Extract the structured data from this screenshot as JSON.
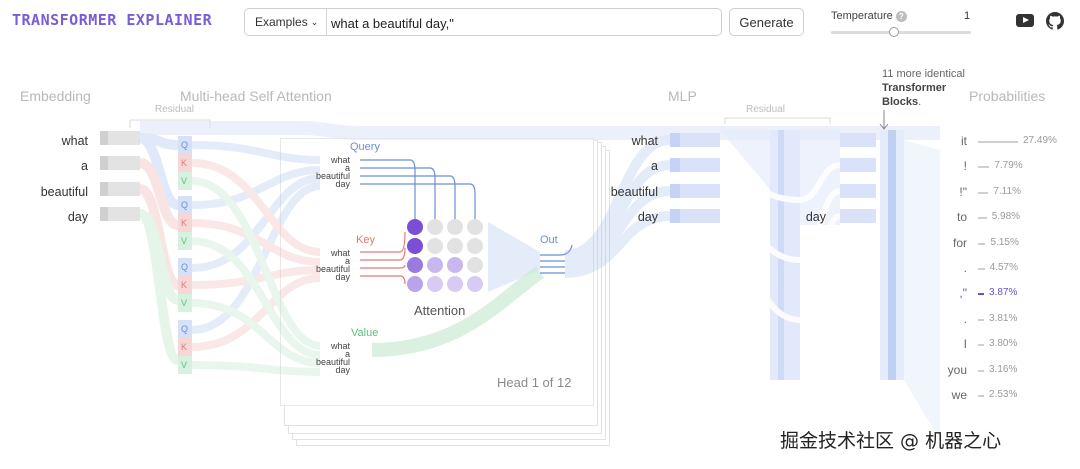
{
  "header": {
    "logo": "TRANSFORMER EXPLAINER",
    "examples_label": "Examples",
    "prompt_value": "what a beautiful day,\"",
    "generate_label": "Generate",
    "temperature_label": "Temperature",
    "temperature_value": "1",
    "temperature_fraction": 0.45
  },
  "sections": {
    "embedding": "Embedding",
    "attention": "Multi-head Self Attention",
    "mlp": "MLP",
    "probabilities": "Probabilities",
    "residual": "Residual"
  },
  "tokens": [
    "what",
    "a",
    "beautiful",
    "day"
  ],
  "attention_view": {
    "query": "Query",
    "key": "Key",
    "value": "Value",
    "attention": "Attention",
    "out": "Out",
    "head": "Head 1 of 12"
  },
  "mlp_output_token": "day",
  "more_blocks": {
    "line1": "11 more identical",
    "line2": "Transformer",
    "line3": "Blocks"
  },
  "probabilities": [
    {
      "token": "it",
      "value": "27.49%",
      "p": 27.49
    },
    {
      "token": "!",
      "value": "7.79%",
      "p": 7.79
    },
    {
      "token": "!\"",
      "value": "7.11%",
      "p": 7.11
    },
    {
      "token": "to",
      "value": "5.98%",
      "p": 5.98
    },
    {
      "token": "for",
      "value": "5.15%",
      "p": 5.15
    },
    {
      "token": ".",
      "value": "4.57%",
      "p": 4.57
    },
    {
      "token": ",\"",
      "value": "3.87%",
      "p": 3.87,
      "selected": true
    },
    {
      "token": ".",
      "value": "3.81%",
      "p": 3.81
    },
    {
      "token": "I",
      "value": "3.80%",
      "p": 3.8
    },
    {
      "token": "you",
      "value": "3.16%",
      "p": 3.16
    },
    {
      "token": "we",
      "value": "2.53%",
      "p": 2.53
    }
  ],
  "watermark": "掘金技术社区 @ 机器之心",
  "colors": {
    "brand": "#7a5cd6",
    "query": "#6b8fd6",
    "key": "#e07a7a",
    "value": "#5cbf7e",
    "selected": "#6a4fd0"
  }
}
